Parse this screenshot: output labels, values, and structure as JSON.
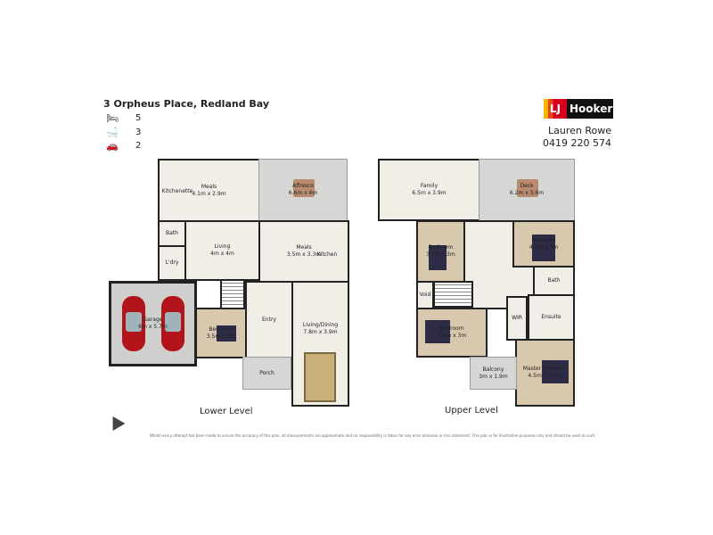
{
  "header": {
    "address": "3 Orpheus Place, Redland Bay",
    "features": [
      {
        "icon": "bed-icon",
        "count": "5"
      },
      {
        "icon": "bath-icon",
        "count": "3"
      },
      {
        "icon": "car-icon",
        "count": "2"
      }
    ]
  },
  "brand": {
    "logo_text": "LJ Hooker",
    "agent_name": "Lauren Rowe",
    "agent_phone": "0419 220 574",
    "colors": {
      "red": "#d6001c",
      "yellow": "#f5b400",
      "black": "#111111"
    }
  },
  "lower": {
    "label": "Lower Level",
    "rooms": {
      "kitchenette": {
        "name": "Kitchenette"
      },
      "meals": {
        "name": "Meals",
        "size": "4.1m x 2.9m"
      },
      "alfresco": {
        "name": "Alfresco",
        "size": "6.6m x 4m"
      },
      "bath": {
        "name": "Bath"
      },
      "laundry": {
        "name": "L'dry"
      },
      "living": {
        "name": "Living",
        "size": "4m x 4m"
      },
      "meals2": {
        "name": "Meals",
        "size": "3.5m x 3.3m"
      },
      "kitchen": {
        "name": "Kitchen"
      },
      "garage": {
        "name": "Garage",
        "size": "6m x 5.7m"
      },
      "bedroom": {
        "name": "Bedroom",
        "size": "3.5m x 3m"
      },
      "entry": {
        "name": "Entry"
      },
      "porch": {
        "name": "Porch"
      },
      "living_dining": {
        "name": "Living/Dining",
        "size": "7.8m x 3.9m"
      }
    }
  },
  "upper": {
    "label": "Upper Level",
    "rooms": {
      "family": {
        "name": "Family",
        "size": "6.5m x 3.9m"
      },
      "deck": {
        "name": "Deck",
        "size": "6.2m x 3.6m"
      },
      "bedroom1": {
        "name": "Bedroom",
        "size": "3.7m x 3m"
      },
      "bedroom2": {
        "name": "Bedroom",
        "size": "4.2m x 3m"
      },
      "void": {
        "name": "Void"
      },
      "bath": {
        "name": "Bath"
      },
      "wir": {
        "name": "WIR"
      },
      "ensuite": {
        "name": "Ensuite"
      },
      "bedroom3": {
        "name": "Bedroom",
        "size": "3.9m x 3m"
      },
      "balcony": {
        "name": "Balcony",
        "size": "3m x 1.9m"
      },
      "master": {
        "name": "Master Bedroom",
        "size": "4.5m x 3.8m"
      }
    }
  },
  "disclaimer": "Whilst every attempt has been made to ensure the accuracy of this plan, all measurements are approximate and no responsibility is taken for any error omission or mis statement. This plan is for illustrative purposes only and should be used as such."
}
